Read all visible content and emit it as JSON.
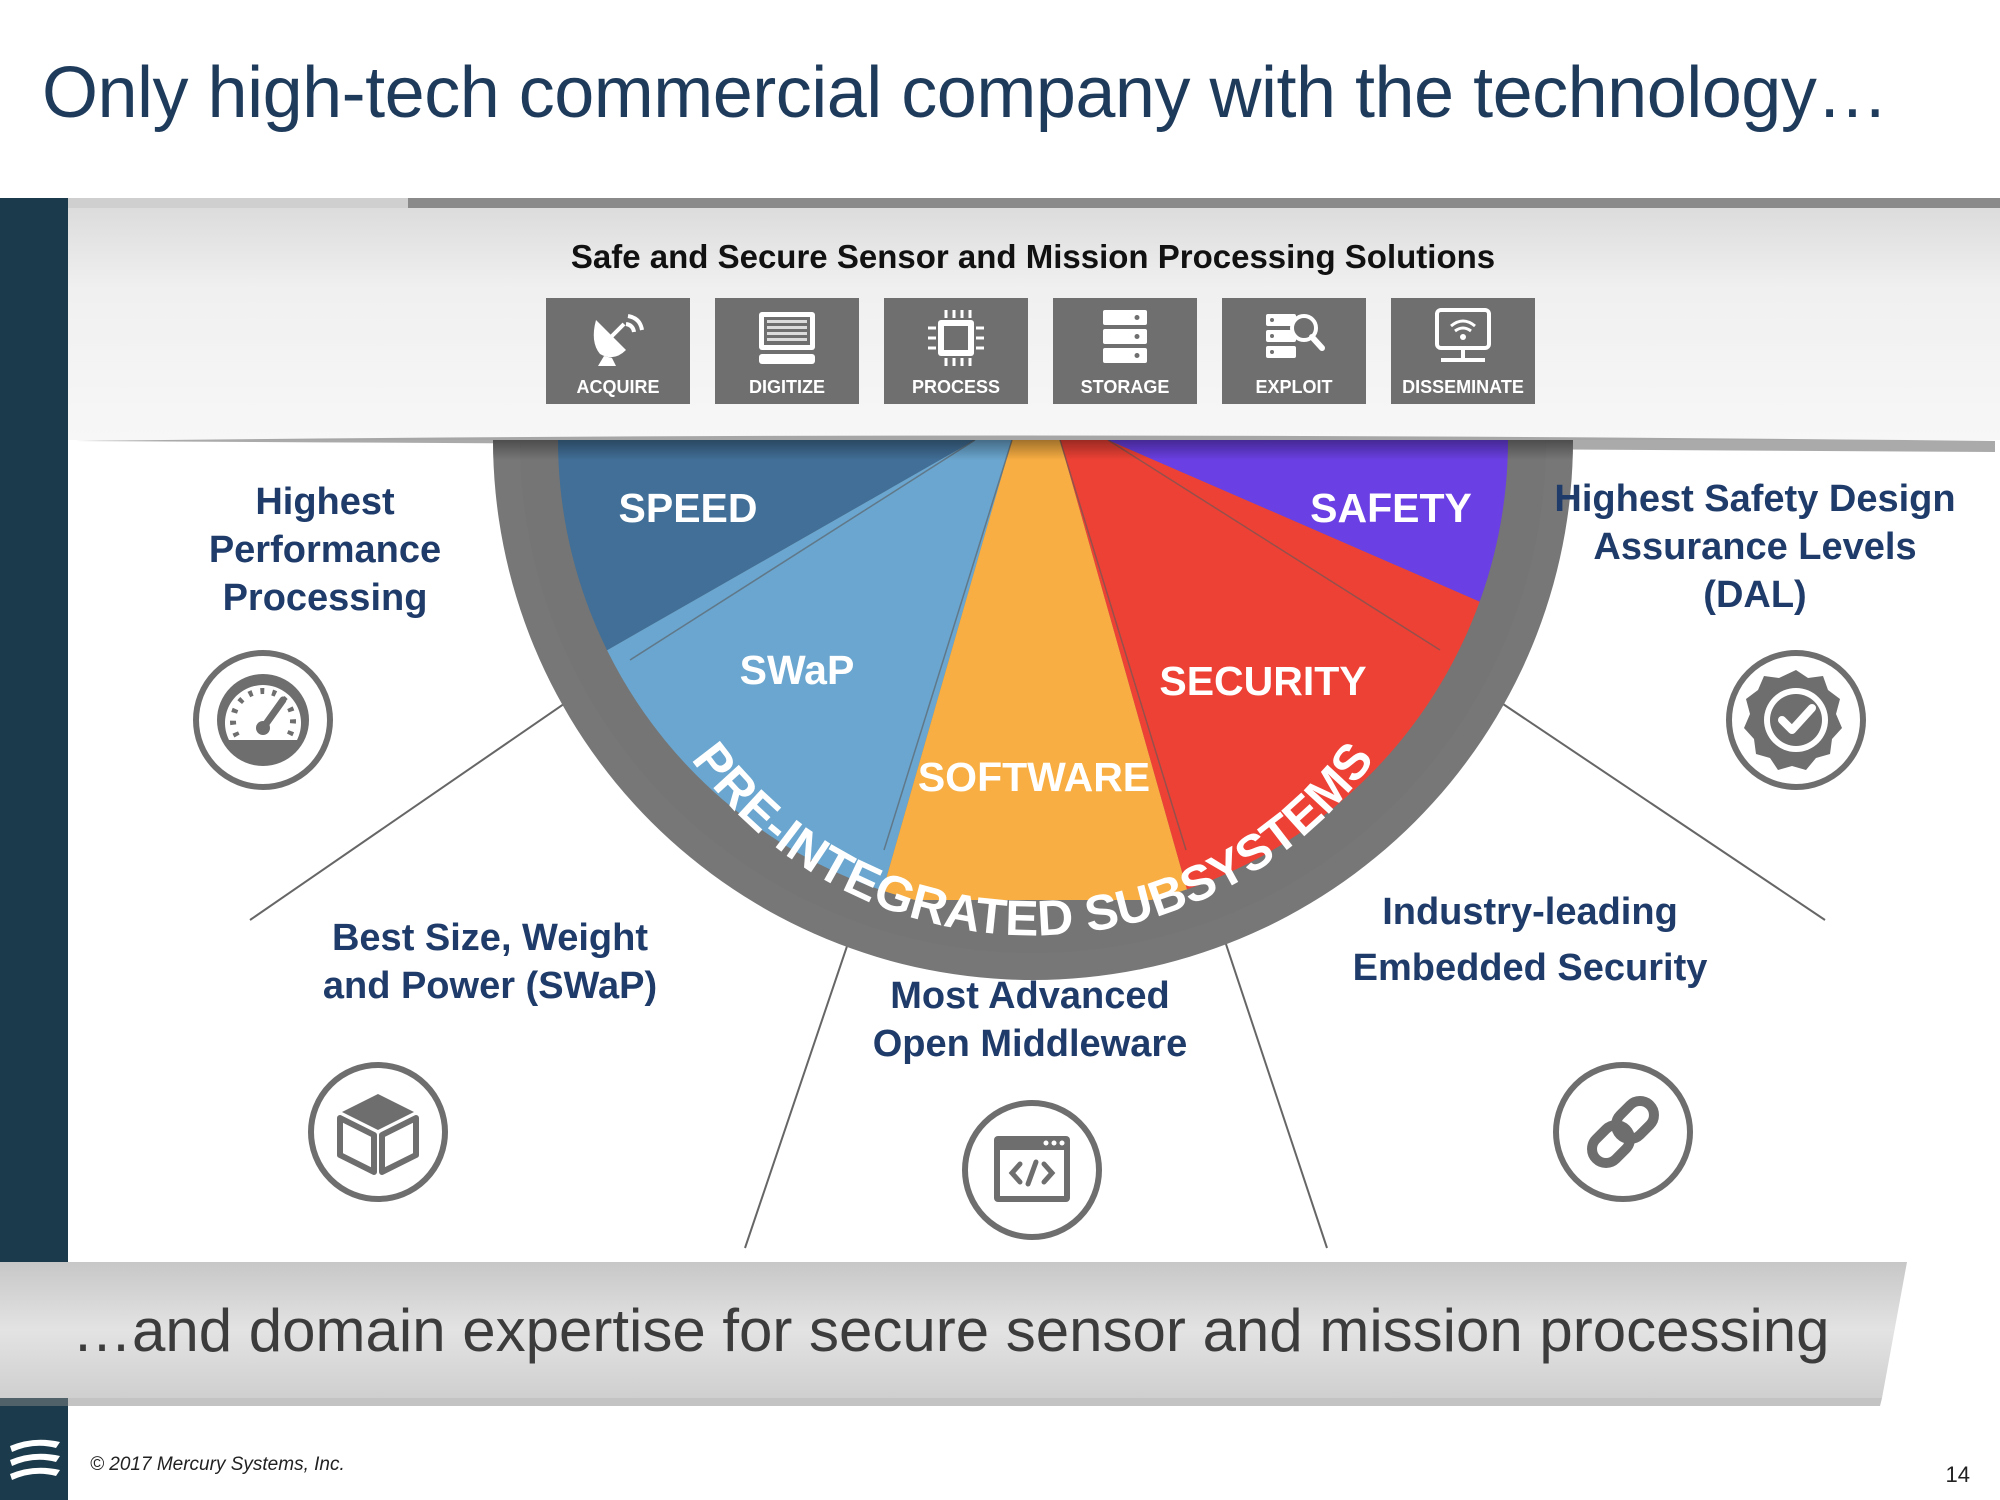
{
  "title": "Only high-tech commercial company with the technology…",
  "banner": {
    "heading": "Safe and Secure Sensor and Mission Processing Solutions",
    "tiles": [
      {
        "label": "ACQUIRE",
        "icon": "satellite-dish-icon"
      },
      {
        "label": "DIGITIZE",
        "icon": "binary-monitor-icon"
      },
      {
        "label": "PROCESS",
        "icon": "processor-chip-icon"
      },
      {
        "label": "STORAGE",
        "icon": "server-stack-icon"
      },
      {
        "label": "EXPLOIT",
        "icon": "server-search-icon"
      },
      {
        "label": "DISSEMINATE",
        "icon": "wifi-monitor-icon"
      }
    ]
  },
  "wedges": {
    "speed": "SPEED",
    "swap": "SWaP",
    "software": "SOFTWARE",
    "security": "SECURITY",
    "safety": "SAFETY",
    "colors": {
      "speed": "#416f97",
      "swap": "#6aa6cf",
      "software": "#f8ae42",
      "security": "#ee4135",
      "safety": "#6a3fe3",
      "ring": "#777777"
    }
  },
  "ring_label": "PRE-INTEGRATED SUBSYSTEMS",
  "callouts": {
    "performance": "Highest Performance Processing",
    "safety": "Highest Safety Design Assurance Levels (DAL)",
    "swap": "Best Size, Weight and Power (SWaP)",
    "middleware": "Most Advanced Open Middleware",
    "security": "Industry-leading Embedded Security"
  },
  "footer": {
    "tagline": "…and domain expertise for secure sensor and mission processing",
    "copyright": "© 2017 Mercury Systems, Inc.",
    "page_number": "14"
  }
}
